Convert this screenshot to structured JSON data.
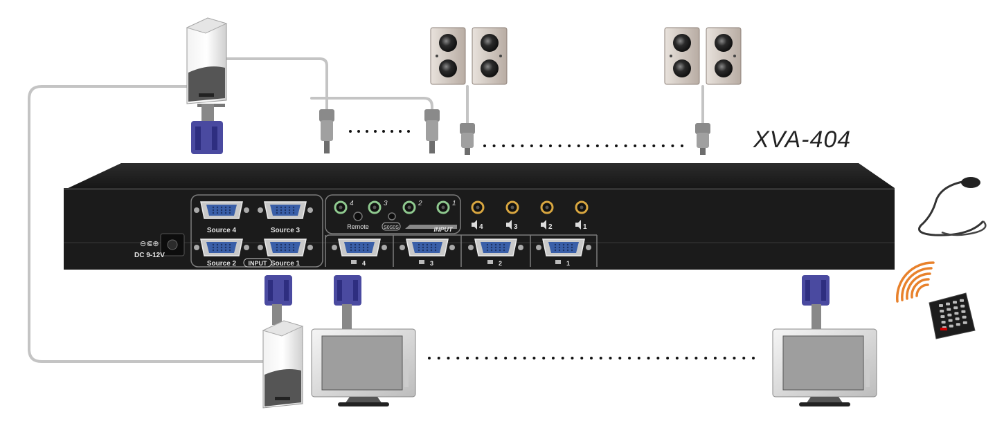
{
  "model": "XVA-404",
  "power": {
    "label": "DC 9-12V"
  },
  "vga_inputs": {
    "group_label": "INPUT",
    "ports": [
      {
        "label": "Source 4"
      },
      {
        "label": "Source 3"
      },
      {
        "label": "Source 2"
      },
      {
        "label": "Source 1"
      }
    ]
  },
  "audio_inputs": {
    "group_label": "INPUT",
    "ports": [
      {
        "label": "4"
      },
      {
        "label": "3"
      },
      {
        "label": "2"
      },
      {
        "label": "1"
      }
    ],
    "remote_label": "Remote",
    "small_jack_label": "S0S0S"
  },
  "audio_outputs": [
    {
      "label": "4"
    },
    {
      "label": "3"
    },
    {
      "label": "2"
    },
    {
      "label": "1"
    }
  ],
  "vga_outputs": [
    {
      "label": "4"
    },
    {
      "label": "3"
    },
    {
      "label": "2"
    },
    {
      "label": "1"
    }
  ],
  "colors": {
    "device_body": "#1b1b1b",
    "vga_port": "#3a5fa8",
    "vga_plug": "#4a4aa0",
    "audio_in_ring": "#8fc98f",
    "audio_out_ring": "#d8a640",
    "cable": "#bdbdbd"
  }
}
